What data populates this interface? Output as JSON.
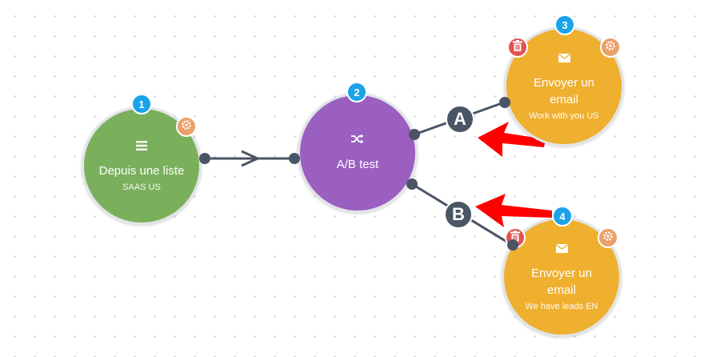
{
  "colors": {
    "list_node": "#7ab05c",
    "ab_node": "#9b5fc0",
    "email_node": "#efb02f",
    "badge": "#1aa3e8",
    "connector": "#4a5566",
    "settings": "#e9a06b",
    "delete": "#e05353",
    "arrow": "#ff0000"
  },
  "nodes": {
    "list": {
      "badge": "1",
      "icon": "list-icon",
      "title": "Depuis une liste",
      "subtitle": "SAAS US"
    },
    "ab": {
      "badge": "2",
      "icon": "shuffle-icon",
      "title": "A/B test"
    },
    "email_a": {
      "badge": "3",
      "icon": "envelope-icon",
      "title": "Envoyer un email",
      "subtitle": "Work with you US"
    },
    "email_b": {
      "badge": "4",
      "icon": "envelope-icon",
      "title": "Envoyer un email",
      "subtitle": "We have leads EN"
    }
  },
  "branches": {
    "a": "A",
    "b": "B"
  }
}
